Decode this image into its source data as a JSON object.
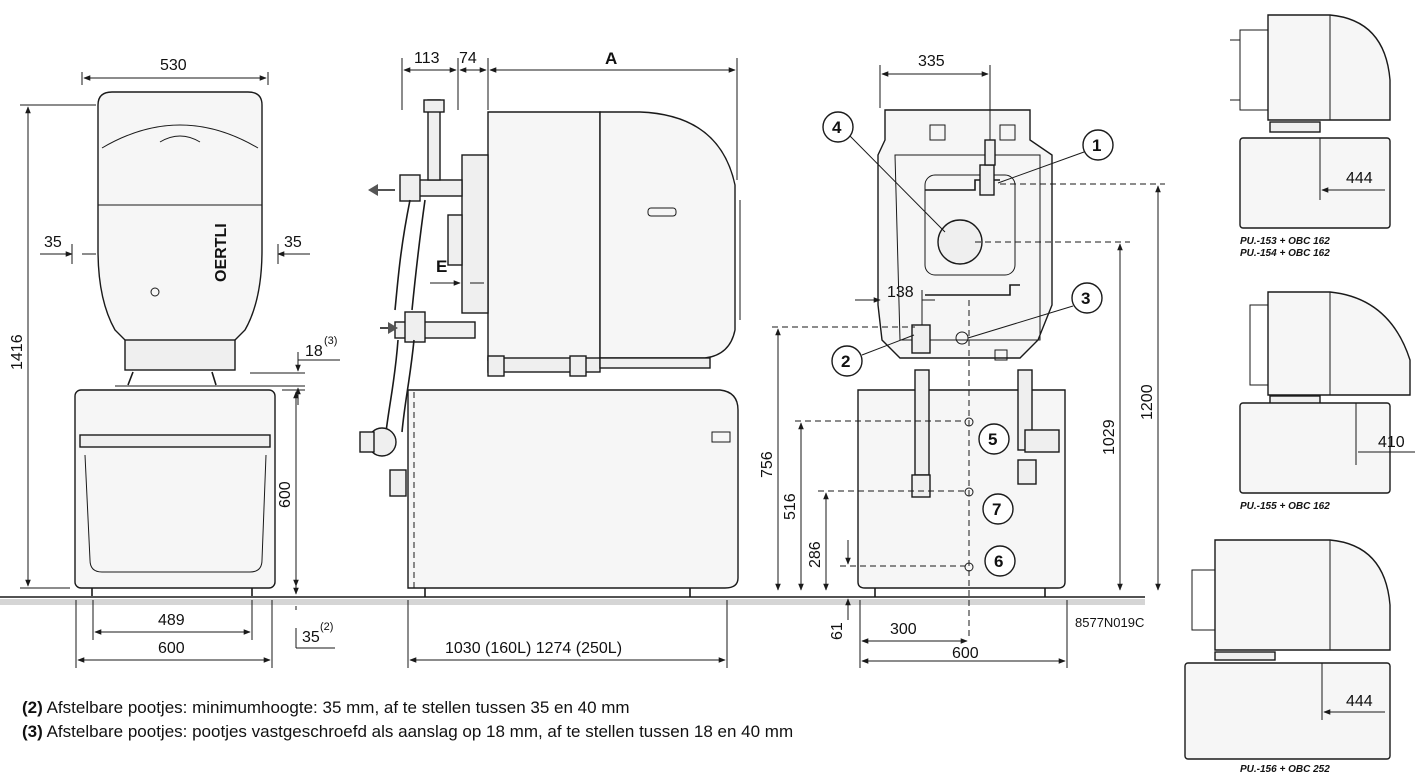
{
  "front_view": {
    "width_top": "530",
    "side_left": "35",
    "side_right": "35",
    "total_height": "1416",
    "foot_gap": "18",
    "foot_gap_ref": "(3)",
    "tank_height": "600",
    "feet_spacing": "489",
    "base_width": "600",
    "foot_height": "35",
    "foot_height_ref": "(2)",
    "brand": "OERTLI"
  },
  "side_view": {
    "dim_113": "113",
    "dim_74": "74",
    "dim_A": "A",
    "dim_E": "E",
    "length": "1030 (160L)  1274 (250L)"
  },
  "rear_view": {
    "dim_335": "335",
    "dim_138": "138",
    "dim_756": "756",
    "dim_516": "516",
    "dim_286": "286",
    "dim_61": "61",
    "dim_1029": "1029",
    "dim_1200": "1200",
    "dim_300": "300",
    "dim_600": "600",
    "markers": [
      "1",
      "2",
      "3",
      "4",
      "5",
      "6",
      "7"
    ],
    "reference": "8577N019C"
  },
  "variants": [
    {
      "caption_1": "PU.-153 + OBC 162",
      "caption_2": "PU.-154 + OBC 162",
      "dim": "444"
    },
    {
      "caption_1": "PU.-155 + OBC 162",
      "dim": "410"
    },
    {
      "caption_1": "PU.-156 + OBC 252",
      "dim": "444"
    }
  ],
  "notes": [
    {
      "num": "(2)",
      "text": "Afstelbare pootjes: minimumhoogte: 35 mm, af te stellen tussen 35 en 40 mm"
    },
    {
      "num": "(3)",
      "text": "Afstelbare pootjes: pootjes vastgeschroefd als aanslag op 18 mm, af te stellen tussen 18 en 40 mm"
    }
  ]
}
